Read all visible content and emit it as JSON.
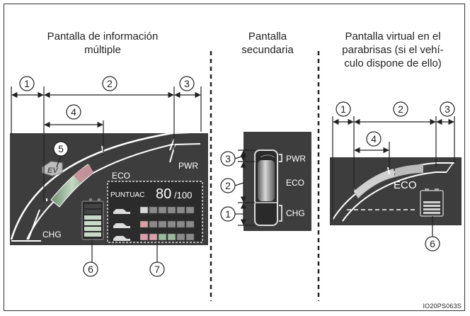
{
  "panels": {
    "multi": {
      "title_line1": "Pantalla de información",
      "title_line2": "múltiple",
      "labels": {
        "eco": "ECO",
        "pwr": "PWR",
        "chg": "CHG",
        "ev": "EV"
      },
      "score": {
        "label": "PUNTUAC",
        "value": "80",
        "max": "/100"
      }
    },
    "secondary": {
      "title_line1": "Pantalla",
      "title_line2": "secundaria",
      "labels": {
        "pwr": "PWR",
        "eco": "ECO",
        "chg": "CHG"
      }
    },
    "hud": {
      "title_line1": "Pantalla virtual en el",
      "title_line2": "parabrisas (si el vehí-",
      "title_line3": "culo dispone de ello)",
      "labels": {
        "eco": "ECO"
      }
    }
  },
  "callouts": {
    "c1": "1",
    "c2": "2",
    "c3": "3",
    "c4": "4",
    "c5": "5",
    "c6": "6",
    "c7": "7"
  },
  "figure_code": "IO20PS063S",
  "colors": {
    "screen": "#3d3d3d",
    "panel_fill": "#2b2b2b",
    "line": "#ffffff",
    "bar_green": "#9ab89a",
    "bar_pink": "#c98f9a",
    "outline": "#222222"
  }
}
